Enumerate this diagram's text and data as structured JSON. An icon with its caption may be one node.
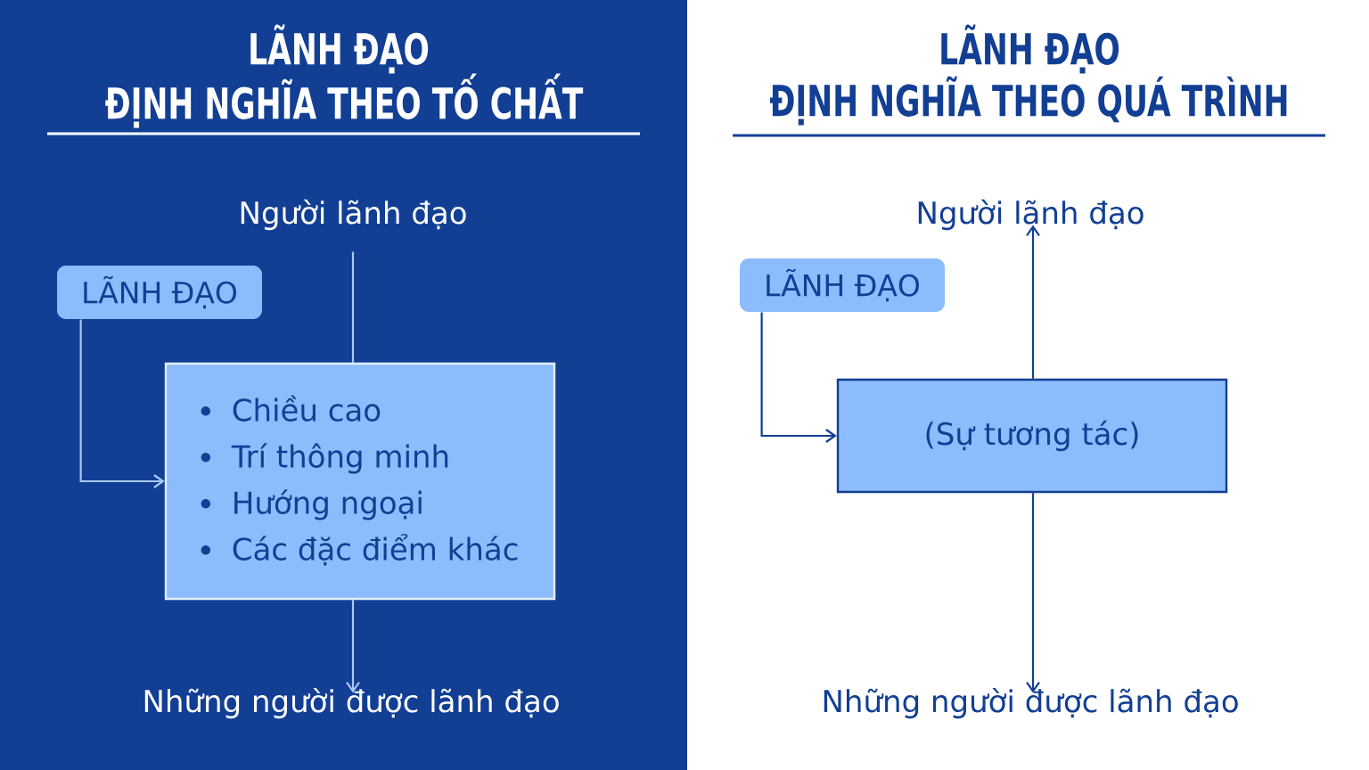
{
  "diagram": {
    "nodes": [
      {
        "text": [
          "Người lãnh đạo"
        ]
      },
      {
        "text": [
          "LÃNH ĐẠO"
        ]
      },
      {
        "text": [
          "Chiều cao",
          "Trí thông minh",
          "Hướng ngoại",
          "Các đặc điểm khác"
        ]
      },
      {
        "text": [
          "Những người được lãnh đạo"
        ]
      },
      {
        "text": [
          "Người lãnh đạo"
        ]
      },
      {
        "text": [
          "LÃNH ĐẠO"
        ]
      },
      {
        "text": [
          "(Sự tương tác)"
        ]
      },
      {
        "text": [
          "Những người được lãnh đạo"
        ]
      }
    ],
    "edges": [
      {
        "from": 0,
        "to": 2,
        "arrow": "none",
        "color": "#a9c9f5"
      },
      {
        "from": 1,
        "to": 2,
        "arrow": "to",
        "color": "#a9c9f5"
      },
      {
        "from": 2,
        "to": 3,
        "arrow": "to",
        "color": "#a9c9f5"
      },
      {
        "from": 6,
        "to": 4,
        "arrow": "to",
        "color": "#123f94"
      },
      {
        "from": 5,
        "to": 6,
        "arrow": "to",
        "color": "#123f94"
      },
      {
        "from": 6,
        "to": 7,
        "arrow": "to",
        "color": "#123f94"
      }
    ],
    "labels": [
      "LÃNH ĐẠO",
      "ĐỊNH NGHĨA THEO TỐ CHẤT",
      "LÃNH ĐẠO",
      "ĐỊNH NGHĨA THEO QUÁ TRÌNH"
    ]
  }
}
